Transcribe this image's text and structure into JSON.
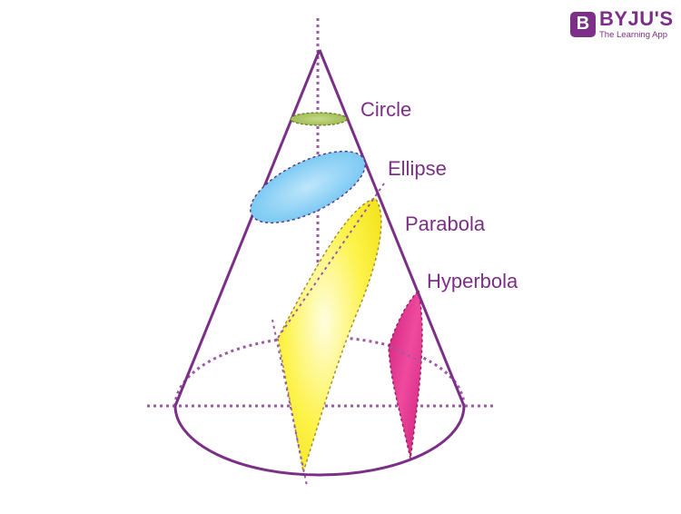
{
  "logo": {
    "mark": "B",
    "name": "BYJU'S",
    "tagline": "The Learning App"
  },
  "labels": {
    "circle": "Circle",
    "ellipse": "Ellipse",
    "parabola": "Parabola",
    "hyperbola": "Hyperbola"
  },
  "colors": {
    "outline": "#7b2f86",
    "circle": "#9ab84a",
    "ellipse": "#6ec4f2",
    "parabola": "#fdf34a",
    "hyperbola": "#e2338a"
  }
}
